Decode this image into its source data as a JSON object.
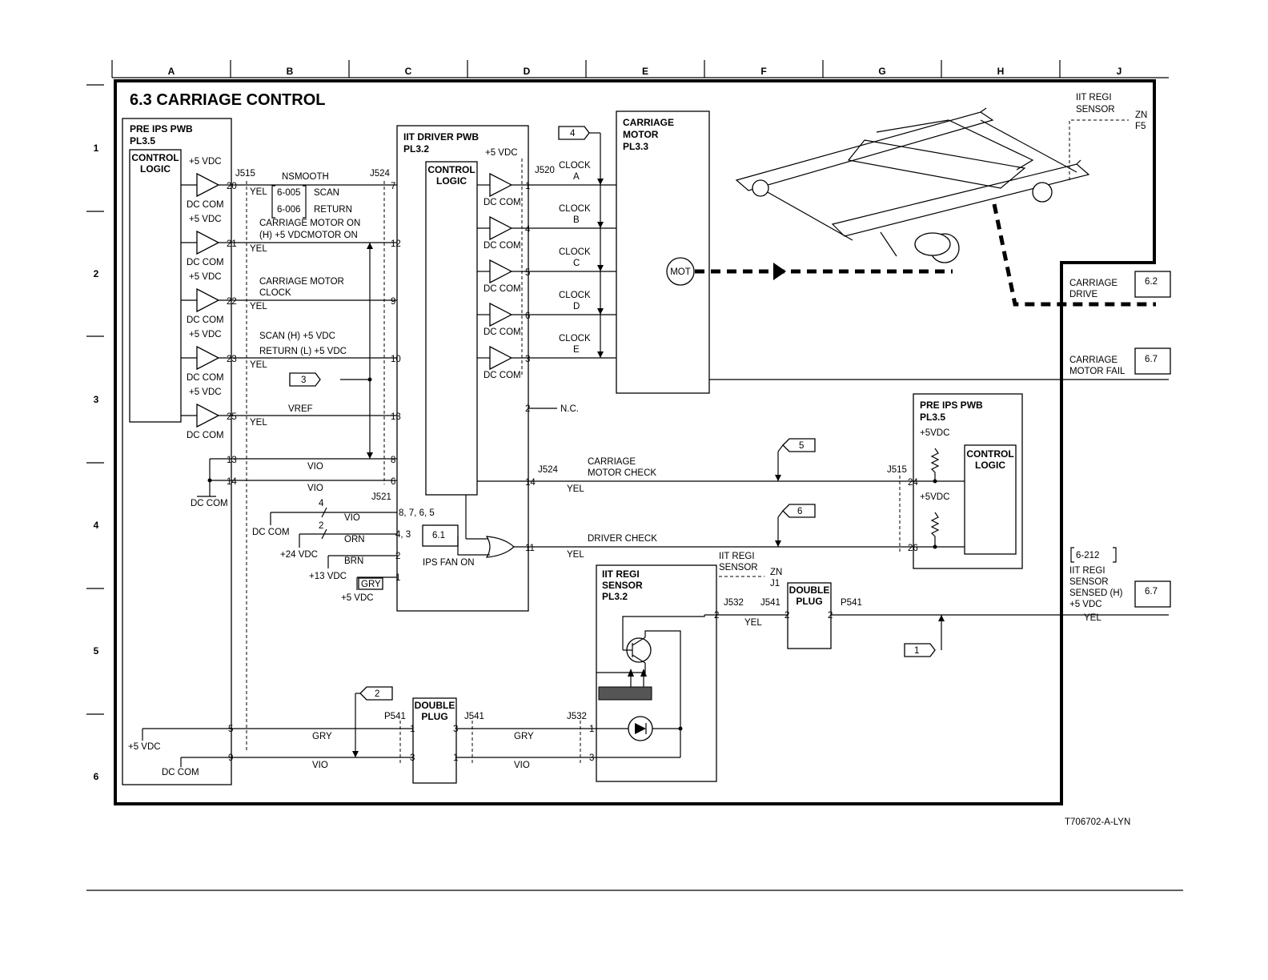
{
  "title": "6.3 CARRIAGE CONTROL",
  "columns": [
    "A",
    "B",
    "C",
    "D",
    "E",
    "F",
    "G",
    "H",
    "J"
  ],
  "rows": [
    "1",
    "2",
    "3",
    "4",
    "5",
    "6"
  ],
  "figure_id": "T706702-A-LYN",
  "pre_ips_left": {
    "name": "PRE IPS PWB",
    "ref": "PL3.5",
    "logic": [
      "CONTROL",
      "LOGIC"
    ]
  },
  "iit_driver": {
    "name": "IIT DRIVER PWB",
    "ref": "PL3.2",
    "logic": [
      "CONTROL",
      "LOGIC"
    ]
  },
  "carriage_motor": {
    "name": "CARRIAGE",
    "name2": "MOTOR",
    "ref": "PL3.3",
    "mot": "MOT"
  },
  "pre_ips_right": {
    "name": "PRE IPS PWB",
    "ref": "PL3.5",
    "logic": [
      "CONTROL",
      "LOGIC"
    ],
    "vdc": "+5VDC",
    "connector": "J515",
    "pins": [
      "24",
      "26"
    ]
  },
  "regi_sensor": {
    "name": "IIT REGI",
    "name2": "SENSOR",
    "ref": "PL3.2",
    "j532": "J532",
    "pin": "2",
    "yel": "YEL",
    "j541": "J541",
    "p541": "P541"
  },
  "double_plug": [
    "DOUBLE",
    "PLUG"
  ],
  "power": {
    "vdc5": "+5 VDC",
    "dccom": "DC COM",
    "vdc24": "+24 VDC",
    "vdc13": "+13 VDC"
  },
  "connectors": {
    "j515": "J515",
    "j524": "J524",
    "j520": "J520",
    "j521": "J521",
    "p541": "P541",
    "j541": "J541",
    "j532": "J532"
  },
  "left_pins": [
    "20",
    "21",
    "22",
    "23",
    "25",
    "13",
    "14",
    "5",
    "9"
  ],
  "mid_pins": [
    "7",
    "12",
    "9",
    "10",
    "13",
    "8",
    "6"
  ],
  "j520_pins": [
    "1",
    "4",
    "5",
    "6",
    "3",
    "2"
  ],
  "nc": "N.C.",
  "signals": {
    "nsmooth": "NSMOOTH",
    "scan": "SCAN",
    "return": "RETURN",
    "fault1": "6-005",
    "fault2": "6-006",
    "cmon1": "CARRIAGE MOTOR ON",
    "cmon2": "(H) +5 VDCMOTOR ON",
    "cmclk1": "CARRIAGE MOTOR",
    "cmclk2": "CLOCK",
    "scanh": "SCAN (H) +5 VDC",
    "returnl": "RETURN  (L) +5 VDC",
    "vref": "VREF",
    "vio": "VIO",
    "yel": "YEL",
    "orn": "ORN",
    "brn": "BRN",
    "gry": "GRY",
    "cmcheck1": "CARRIAGE",
    "cmcheck2": "MOTOR CHECK",
    "drvcheck": "DRIVER CHECK",
    "ipsfan": "IPS FAN ON",
    "j521pins": "8, 7, 6, 5",
    "j521p2": "4, 3",
    "j521p3": "2",
    "j521p4": "1",
    "j524pin14": "14",
    "j524pin11": "11"
  },
  "clocks": [
    {
      "l1": "CLOCK",
      "l2": "A"
    },
    {
      "l1": "CLOCK",
      "l2": "B"
    },
    {
      "l1": "CLOCK",
      "l2": "C"
    },
    {
      "l1": "CLOCK",
      "l2": "D"
    },
    {
      "l1": "CLOCK",
      "l2": "E"
    }
  ],
  "flags": {
    "f1": "1",
    "f2": "2",
    "f3": "3",
    "f4": "4",
    "f5": "5",
    "f6": "6",
    "f61": "6.1"
  },
  "offpage": [
    {
      "l1": "CARRIAGE",
      "l2": "DRIVE",
      "ref": "6.2"
    },
    {
      "l1": "CARRIAGE",
      "l2": "MOTOR FAIL",
      "ref": "6.7"
    },
    {
      "l1": "IIT REGI",
      "l2": "SENSOR",
      "l3": "SENSED (H)",
      "l4": "+5 VDC",
      "ref": "6.7",
      "code": "6-212",
      "yel": "YEL"
    }
  ],
  "zones": {
    "top_sensor": [
      "IIT REGI",
      "SENSOR"
    ],
    "top_zn": [
      "ZN",
      "F5"
    ],
    "mid_sensor": [
      "IIT REGI",
      "SENSOR"
    ],
    "mid_zn": [
      "ZN",
      "J1"
    ]
  }
}
